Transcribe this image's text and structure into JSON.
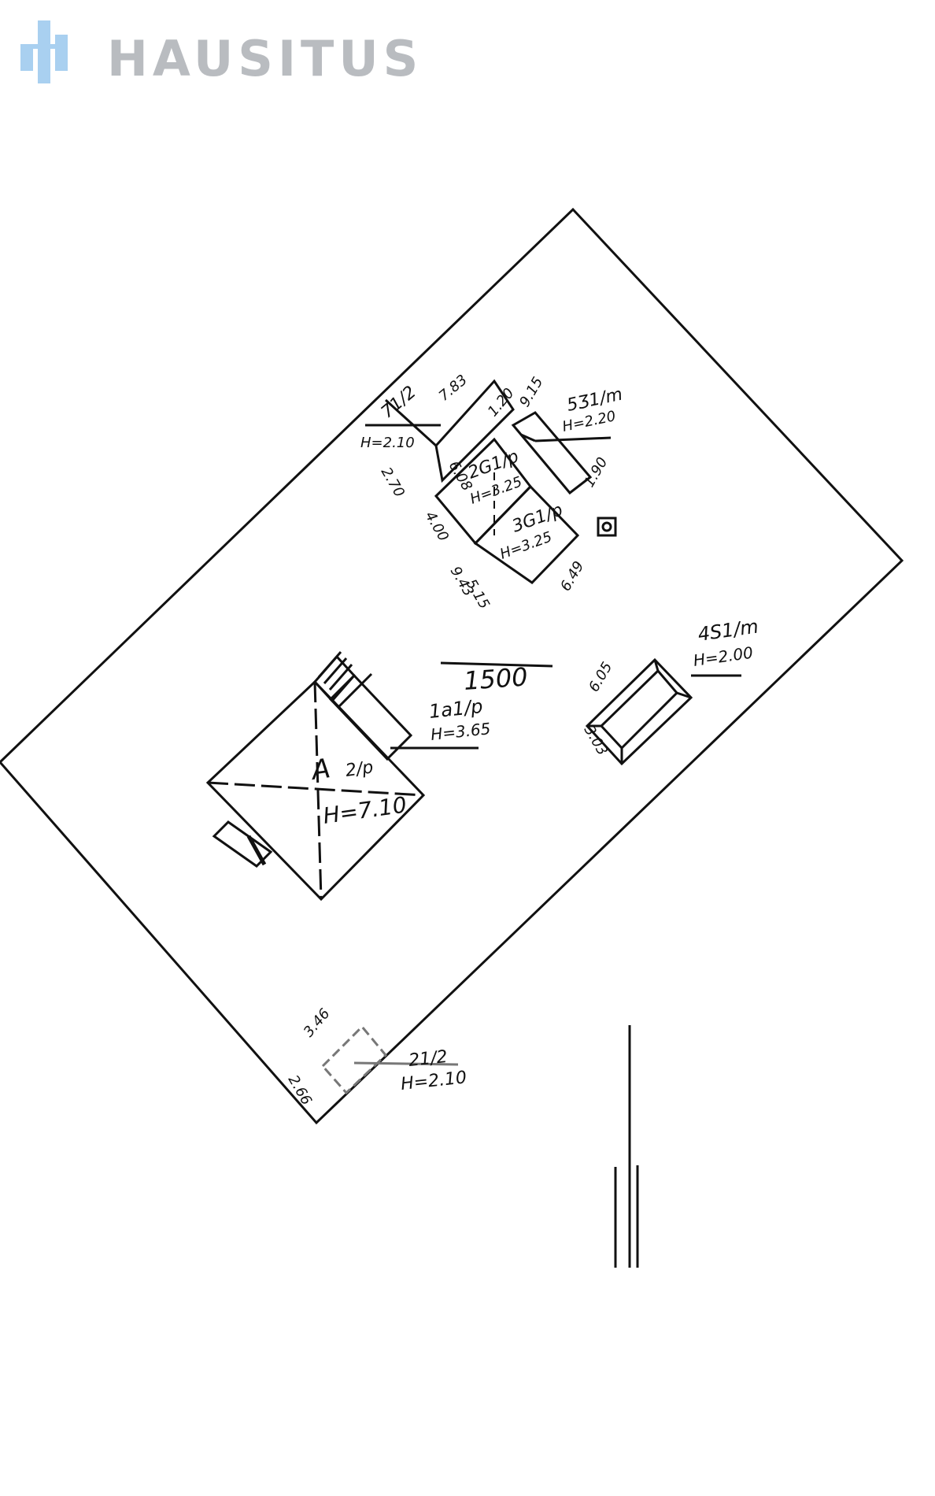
{
  "logo": {
    "text": "HAUSITUS",
    "color": "#b9bcc0",
    "mark_color": "#a9d0f0"
  },
  "plan": {
    "site_length_label": "1500",
    "main_house": {
      "name": "A",
      "floors": "2/p",
      "height": "H=7.10"
    },
    "annex": {
      "name": "1a1/p",
      "height": "H=3.65"
    },
    "garage": {
      "name": "4S1/m",
      "height": "H=2.00",
      "length": "6.05",
      "width": "3.03"
    },
    "building_2": {
      "name": "2G1/p",
      "height": "H=3.25"
    },
    "building_3": {
      "name": "3G1/p",
      "height": "H=3.25"
    },
    "shed": {
      "name": "5Ʒ1/m",
      "height": "H=2.20"
    },
    "small_shed": {
      "name": "71/2",
      "height": "H=2.10"
    },
    "corner_shed": {
      "name": "21/2",
      "height": "H=2.10",
      "length": "3.46",
      "width": "2.66"
    },
    "dimensions": {
      "d_783": "7.83",
      "d_120": "1.20",
      "d_608": "6.08",
      "d_270": "2.70",
      "d_400": "4.00",
      "d_190": "1.90",
      "d_515": "5.15",
      "d_915": "9.15",
      "d_943": "9.43",
      "d_649": "6.49"
    },
    "colors": {
      "ink": "#111111",
      "faint_ink": "#777777"
    }
  }
}
